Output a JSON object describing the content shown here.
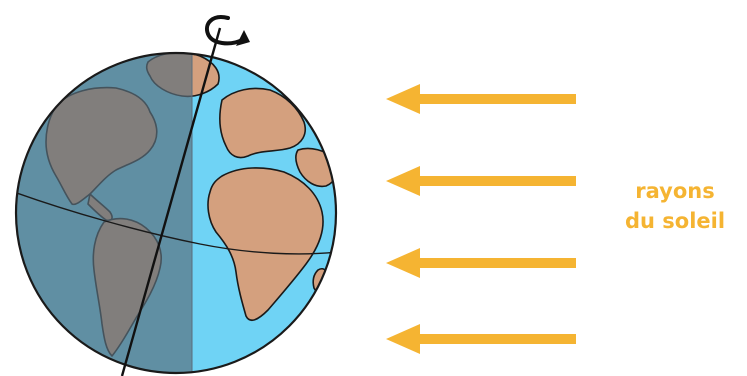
{
  "caption": {
    "line1": "rayons",
    "line2": "du soleil"
  },
  "colors": {
    "ocean_day": "#6FD3F5",
    "ocean_night": "#657A88",
    "land": "#D4A07E",
    "land_night": "#D0A080",
    "outline": "#1a1a1a",
    "sun_rays": "#F5B432"
  },
  "icons": {
    "rotation": "rotation-arrow-icon",
    "ray": "left-arrow-icon"
  },
  "sun_rays_count": 4
}
